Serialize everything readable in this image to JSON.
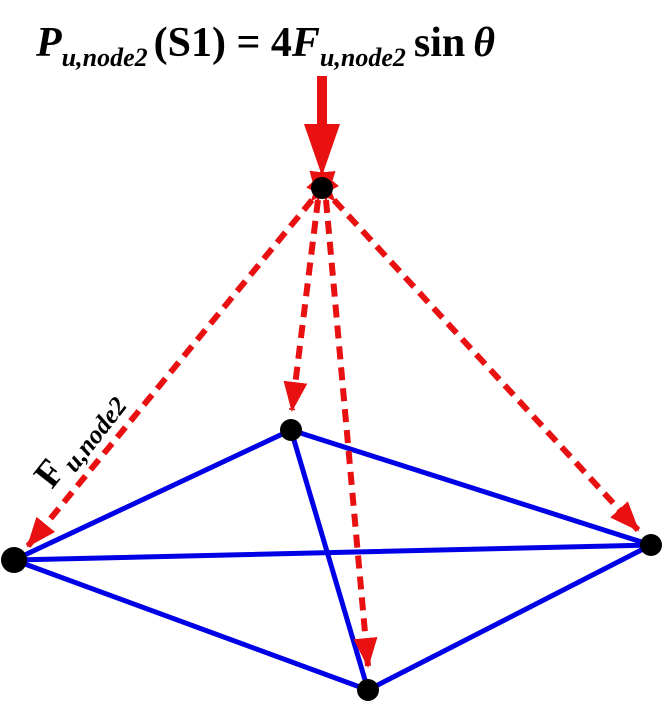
{
  "title": {
    "p_symbol": "P",
    "p_subscript": "u,node2",
    "case_label": "(S1) = 4",
    "f_symbol": "F",
    "f_subscript": "u,node2",
    "trig": "sin",
    "angle": "θ"
  },
  "force_label": {
    "symbol": "F",
    "subscript": "u,node2"
  },
  "colors": {
    "member": "#0000e6",
    "force_arrow": "#e81010",
    "node": "#000000",
    "text": "#000000"
  }
}
